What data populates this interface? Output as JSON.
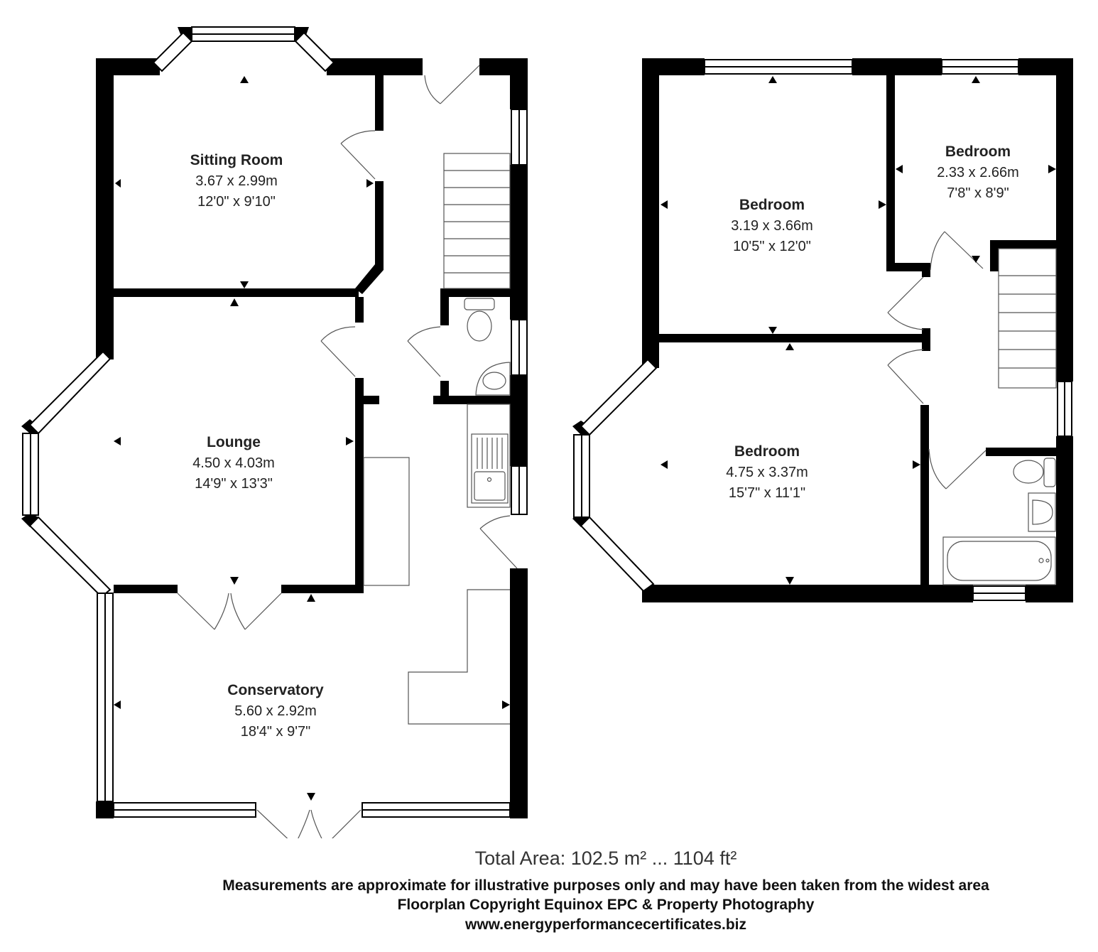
{
  "rooms": {
    "sitting_room": {
      "name": "Sitting Room",
      "metric": "3.67 x 2.99m",
      "imperial": "12'0\" x 9'10\""
    },
    "lounge": {
      "name": "Lounge",
      "metric": "4.50 x 4.03m",
      "imperial": "14'9\" x 13'3\""
    },
    "conservatory": {
      "name": "Conservatory",
      "metric": "5.60 x 2.92m",
      "imperial": "18'4\" x 9'7\""
    },
    "bedroom_1": {
      "name": "Bedroom",
      "metric": "3.19 x 3.66m",
      "imperial": "10'5\" x 12'0\""
    },
    "bedroom_2": {
      "name": "Bedroom",
      "metric": "2.33 x 2.66m",
      "imperial": "7'8\" x 8'9\""
    },
    "bedroom_3": {
      "name": "Bedroom",
      "metric": "4.75 x 3.37m",
      "imperial": "15'7\" x 11'1\""
    }
  },
  "footer": {
    "total_area": "Total Area: 102.5 m² ... 1104 ft²",
    "disclaimer": "Measurements are approximate for illustrative purposes only and may have been taken from the widest area",
    "copyright": "Floorplan Copyright Equinox EPC & Property Photography",
    "website": "www.energyperformancecertificates.biz"
  },
  "colors": {
    "wall": "#000000",
    "line": "#555555",
    "background": "#ffffff"
  }
}
